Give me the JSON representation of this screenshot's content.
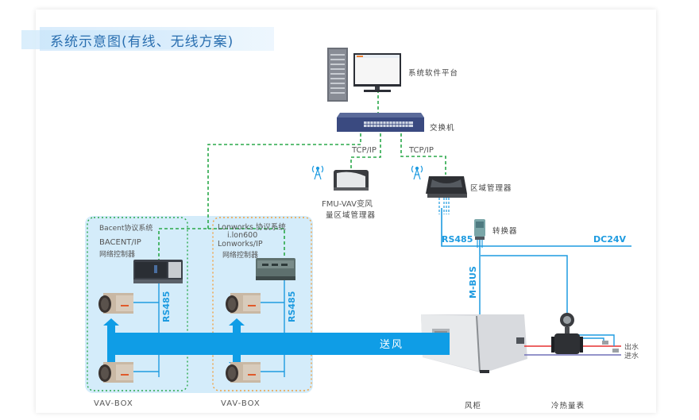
{
  "title": "系统示意图(有线、无线方案)",
  "nodes": {
    "software_platform": "系统软件平台",
    "switch": "交换机",
    "tcpip_left": "TCP/IP",
    "tcpip_right": "TCP/IP",
    "fmu_line1": "FMU-VAV变风",
    "fmu_line2": "量区域管理器",
    "zone_manager": "区域管理器",
    "converter": "转换器",
    "rs485_bus": "RS485",
    "dc24v": "DC24V",
    "mbus": "M-BUS",
    "bacent_system": "Bacent协议系统",
    "bacent_ctrl_line1": "BACENT/IP",
    "bacent_ctrl_line2": "网络控制器",
    "lon_system": "Lonworks 协议系统",
    "lon_ctrl_line1": "i.lon600",
    "lon_ctrl_line2": "Lonworks/IP",
    "lon_ctrl_line3": "网络控制器",
    "rs485_left": "RS485",
    "rs485_right": "RS485",
    "supply_air": "送风",
    "vav_box_left": "VAV-BOX",
    "vav_box_right": "VAV-BOX",
    "ahu": "风柜",
    "energy_meter": "冷热量表",
    "water_out": "出水",
    "water_in": "进水"
  },
  "colors": {
    "title": "#2a6fb0",
    "bus_blue": "#1e9be0",
    "ethernet_green": "#2aa84a",
    "bacent_border": "#2aa84a",
    "lon_border": "#f0a040",
    "zone_bg": "#d4ecfa",
    "hot_pipe": "#e53030",
    "cold_pipe": "#7070b8"
  }
}
